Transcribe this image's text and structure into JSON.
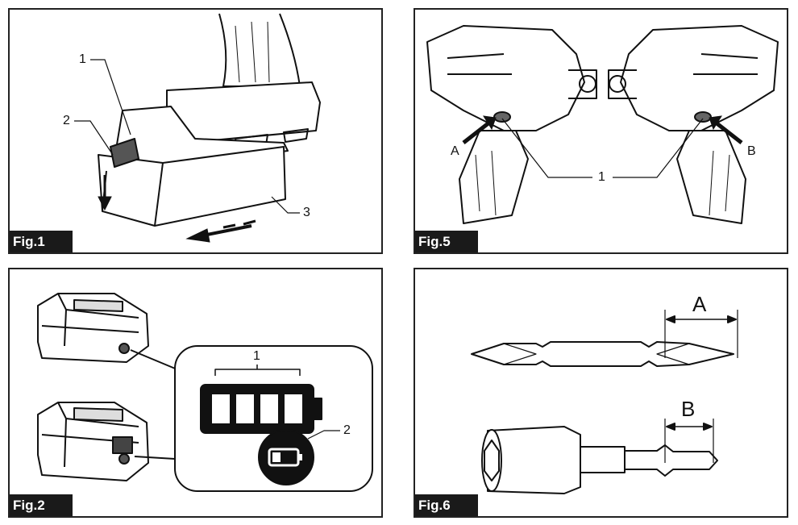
{
  "figures": [
    {
      "id": "fig1",
      "label": "Fig.1",
      "callouts": [
        "1",
        "2",
        "3"
      ]
    },
    {
      "id": "fig5",
      "label": "Fig.5",
      "callouts": [
        "A",
        "B",
        "1"
      ]
    },
    {
      "id": "fig2",
      "label": "Fig.2",
      "callouts": [
        "1",
        "2"
      ]
    },
    {
      "id": "fig6",
      "label": "Fig.6",
      "callouts": [
        "A",
        "B"
      ]
    }
  ]
}
